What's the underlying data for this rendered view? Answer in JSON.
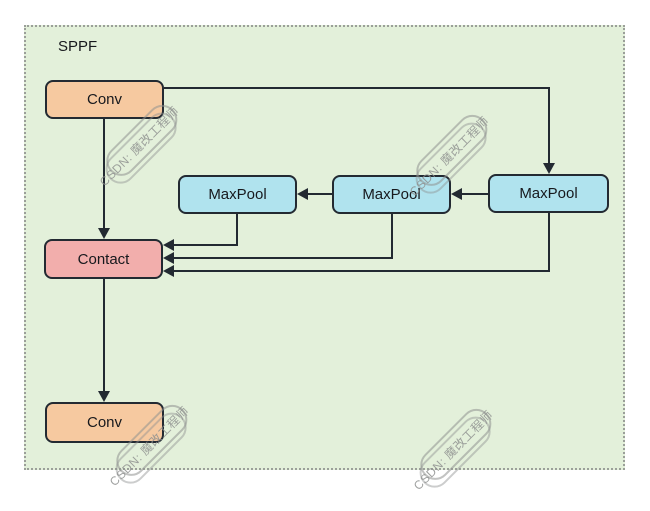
{
  "group": {
    "label": "SPPF"
  },
  "nodes": {
    "conv_top": {
      "label": "Conv"
    },
    "maxpool_left": {
      "label": "MaxPool"
    },
    "maxpool_middle": {
      "label": "MaxPool"
    },
    "maxpool_right": {
      "label": "MaxPool"
    },
    "contact": {
      "label": "Contact"
    },
    "conv_bottom": {
      "label": "Conv"
    }
  },
  "watermark": {
    "text": "CSDN: 魔改工程师"
  },
  "colors": {
    "group_fill": "#e3f0da",
    "group_border": "#9b9f99",
    "conv_fill": "#f6c9a0",
    "maxpool_fill": "#b0e3ee",
    "contact_fill": "#f2aeac",
    "stroke": "#232a32",
    "text": "#17191d",
    "watermark": "#8f9190"
  }
}
